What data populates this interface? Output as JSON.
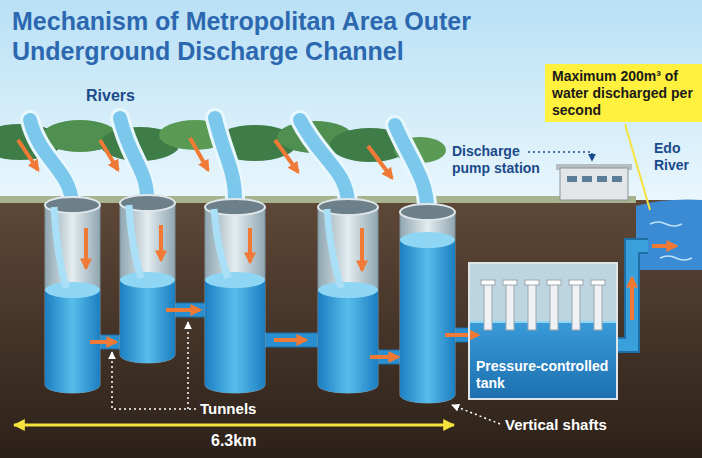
{
  "diagram": {
    "title": "Mechanism of Metropolitan Area Outer Underground Discharge Channel",
    "nodes": [
      {
        "text": [
          "Maximum 200m³ of water discharged per second"
        ]
      },
      {
        "text": [
          "Pressure-controlled tank"
        ]
      }
    ],
    "labels": [
      "Rivers",
      "Discharge pump station",
      "Edo River",
      "Tunnels",
      "6.3km",
      "Vertical shafts"
    ]
  }
}
